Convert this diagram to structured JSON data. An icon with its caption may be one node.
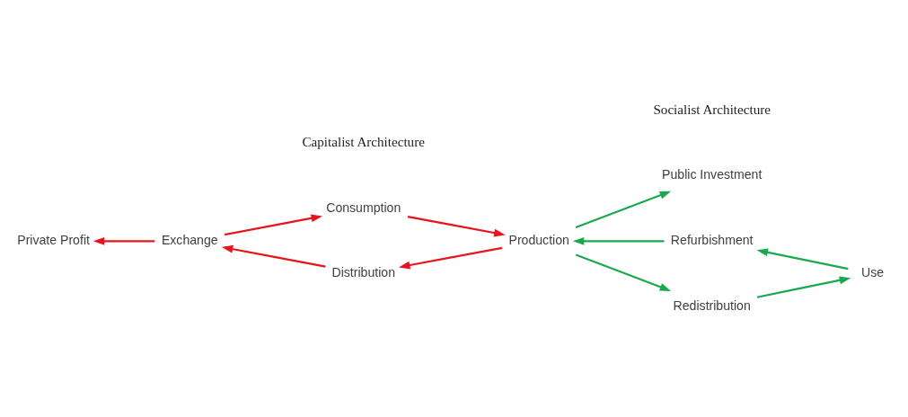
{
  "diagram": {
    "nodes": [
      {
        "text": [
          "Private Profit"
        ]
      },
      {
        "text": [
          "Exchange"
        ]
      },
      {
        "text": [
          "Consumption"
        ]
      },
      {
        "text": [
          "Distribution"
        ]
      },
      {
        "text": [
          "Production"
        ]
      },
      {
        "text": [
          "Public Investment"
        ]
      },
      {
        "text": [
          "Refurbishment"
        ]
      },
      {
        "text": [
          "Redistribution"
        ]
      },
      {
        "text": [
          "Use"
        ]
      }
    ],
    "edges": [
      {
        "from": 1,
        "to": 0,
        "arrow": "to",
        "color": "#e8141c"
      },
      {
        "from": 1,
        "to": 2,
        "arrow": "to",
        "color": "#e8141c"
      },
      {
        "from": 2,
        "to": 4,
        "arrow": "to",
        "color": "#e8141c"
      },
      {
        "from": 4,
        "to": 3,
        "arrow": "to",
        "color": "#e8141c"
      },
      {
        "from": 3,
        "to": 1,
        "arrow": "to",
        "color": "#e8141c"
      },
      {
        "from": 4,
        "to": 5,
        "arrow": "to",
        "color": "#1aa850"
      },
      {
        "from": 4,
        "to": 7,
        "arrow": "to",
        "color": "#1aa850"
      },
      {
        "from": 7,
        "to": 8,
        "arrow": "to",
        "color": "#1aa850"
      },
      {
        "from": 8,
        "to": 6,
        "arrow": "to",
        "color": "#1aa850"
      },
      {
        "from": 6,
        "to": 4,
        "arrow": "to",
        "color": "#1aa850"
      }
    ],
    "labels": [
      "Capitalist Architecture",
      "Socialist Architecture"
    ]
  }
}
